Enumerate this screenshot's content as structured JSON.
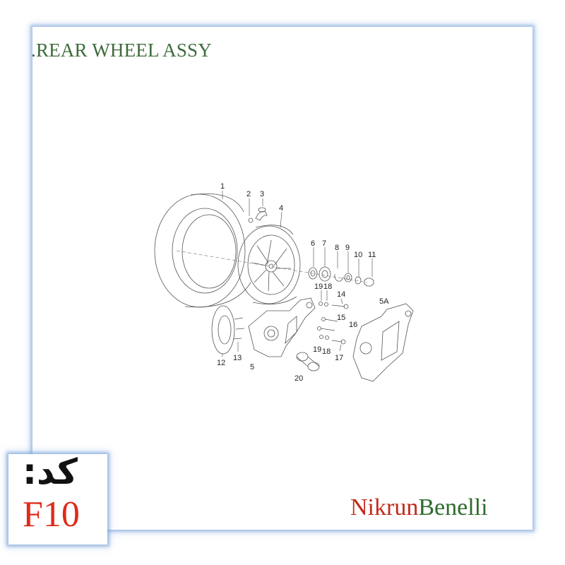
{
  "header": {
    "title": ".REAR WHEEL ASSY"
  },
  "diagram": {
    "callouts": [
      "1",
      "2",
      "3",
      "4",
      "6",
      "7",
      "8",
      "9",
      "10",
      "11",
      "19",
      "18",
      "14",
      "15",
      "16",
      "5A",
      "12",
      "13",
      "5",
      "19",
      "18",
      "17",
      "20"
    ]
  },
  "footer": {
    "brand_part1": "Nikrun",
    "brand_part2": "Benelli",
    "brand_color_1": "#c22a1c",
    "brand_color_2": "#2f6b2e"
  },
  "code_badge": {
    "label": "کد:",
    "value": "F10",
    "value_color": "#e02a1a"
  }
}
